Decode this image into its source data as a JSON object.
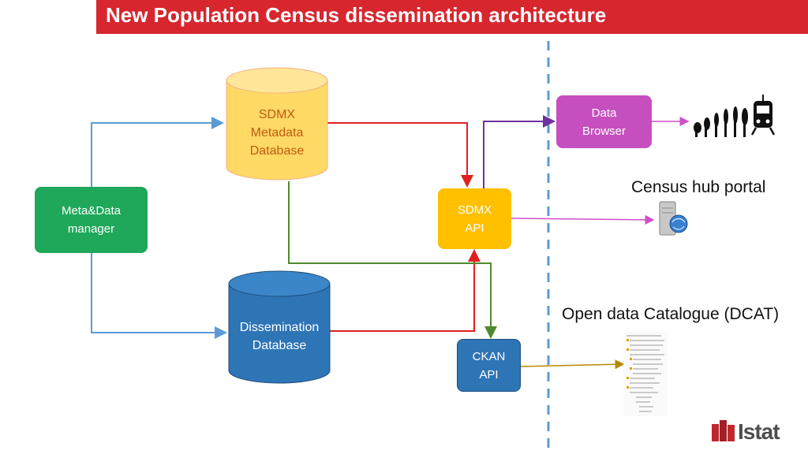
{
  "title": "New Population Census dissemination architecture",
  "nodes": {
    "meta_manager": "Meta&Data\nmanager",
    "sdmx_metadata_db": "SDMX\nMetadata\nDatabase",
    "dissemination_db": "Dissemination\nDatabase",
    "sdmx_api": "SDMX\nAPI",
    "ckan_api": "CKAN\nAPI",
    "data_browser": "Data\nBrowser"
  },
  "external": {
    "census_hub": "Census hub portal",
    "open_data": "Open data Catalogue (DCAT)"
  },
  "logo": {
    "text": "Istat"
  },
  "colors": {
    "title_bar": "#d7262e",
    "meta_manager": "#1fa85a",
    "sdmx_metadata_db": "#ffd966",
    "dissemination_db": "#2e75b6",
    "sdmx_api": "#ffc000",
    "ckan_api": "#2e75b6",
    "data_browser": "#c64fbf",
    "arrow_blue": "#5b9bd5",
    "arrow_red": "#e02020",
    "arrow_green": "#4e8a2e",
    "arrow_purple": "#7030a0",
    "arrow_magenta": "#d04ec8",
    "arrow_olive": "#b58a00"
  }
}
